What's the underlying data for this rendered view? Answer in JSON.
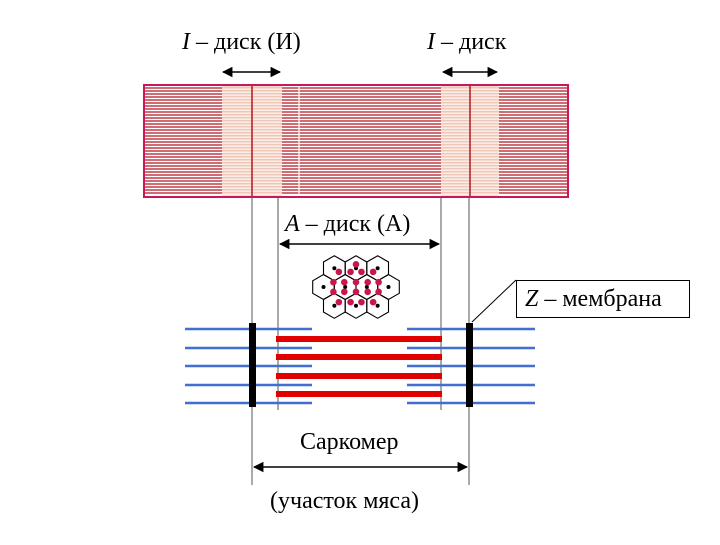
{
  "labels": {
    "i_disk_left": {
      "letter": "I",
      "text": " – диск (И)"
    },
    "i_disk_right": {
      "letter": "I",
      "text": " – диск"
    },
    "a_disk": {
      "letter": "А",
      "text": " – диск (А)"
    },
    "z_membrane": {
      "letter": "Z",
      "text": " – мембрана"
    },
    "sarcomere": "Саркомер",
    "sarcomere_note": "(участок мяса)"
  },
  "colors": {
    "fiber_border": "#c8185a",
    "fiber_stripe": "#b01820",
    "light_band": "#f6d5c2",
    "thin_filament": "#3f6fd0",
    "thick_filament": "#e00000",
    "z_line": "#000000",
    "lattice_node": "#c8184a"
  }
}
